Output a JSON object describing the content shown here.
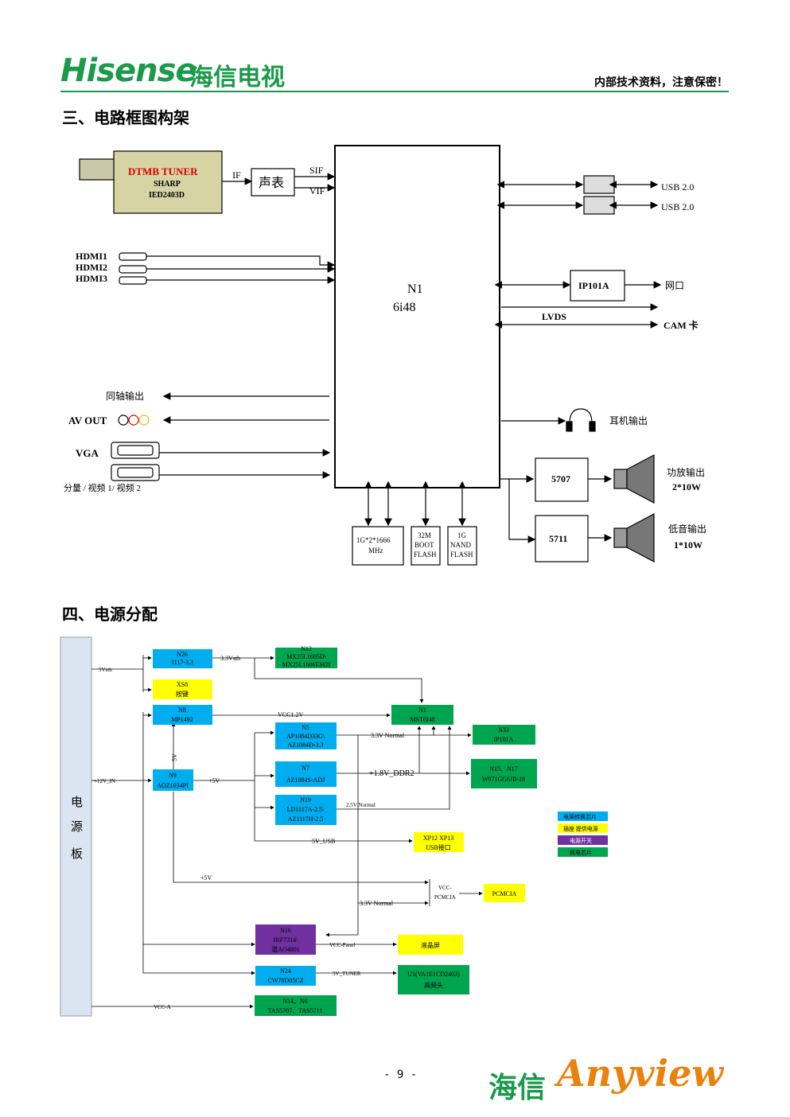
{
  "header": {
    "brand_en": "Hisense",
    "brand_cn": "海信电视",
    "confidential": "内部技术资料，注意保密！"
  },
  "section3": {
    "title": "三、电路框图构架",
    "tuner": {
      "name": "DTMB TUNER",
      "brand": "SHARP",
      "model": "IED2403D"
    },
    "if_label": "IF",
    "shengbiao": "声表",
    "sif": "SIF",
    "vif": "VIF",
    "hdmi": [
      "HDMI1",
      "HDMI2",
      "HDMI3"
    ],
    "main_chip": {
      "name": "N1",
      "model": "6i48"
    },
    "usb": [
      "USB 2.0",
      "USB 2.0"
    ],
    "ip101a": "IP101A",
    "wangkou": "网口",
    "lvds": "LVDS",
    "cam": "CAM 卡",
    "coax": "同轴输出",
    "avout": "AV OUT",
    "vga": "VGA",
    "component": "分量 / 视频 1/ 视频 2",
    "headphone": "耳机输出",
    "amp1": {
      "chip": "5707",
      "label1": "功放输出",
      "label2": "2*10W"
    },
    "amp2": {
      "chip": "5711",
      "label1": "低音输出",
      "label2": "1*10W"
    },
    "mem": [
      [
        "1G*2*1666",
        "MHz"
      ],
      [
        "32M",
        "BOOT",
        "FLASH"
      ],
      [
        "1G",
        "NAND",
        "FLASH"
      ]
    ]
  },
  "section4": {
    "title": "四、电源分配",
    "board": [
      "电",
      "源",
      "板"
    ],
    "blocks": {
      "n26": [
        "N26",
        "1117-3.3"
      ],
      "n12": [
        "N12",
        "MX25L1605D\\",
        "MX25L1606EM2I"
      ],
      "xs8": [
        "XS8",
        "按键"
      ],
      "n8": [
        "N8",
        "MP1492"
      ],
      "n1": [
        "N1",
        "MST6I48"
      ],
      "n5": [
        "N5",
        "AP1084D33G\\",
        "AZ1084D-3.3"
      ],
      "n33": [
        "N33",
        "IP101A"
      ],
      "n9": [
        "N9",
        "AOZ1034PI"
      ],
      "n7": [
        "N7",
        "AZ1084S-ADJ"
      ],
      "n15": [
        "N15、N17",
        "W971GG6JB-18"
      ],
      "n19": [
        "N19",
        "LD1117A-2.5\\",
        "AZ1117H-2.5"
      ],
      "xp12": [
        "XP12 XP13",
        "USB接口"
      ],
      "pcmcia": [
        "PCMCIA"
      ],
      "n16": [
        "N16",
        "IRF7314\\",
        "道AO4801"
      ],
      "lcd": [
        "液晶屏"
      ],
      "n24": [
        "N24",
        "CW78D05CZ"
      ],
      "u1": [
        "U1(VA1E1CD2403)",
        "高频头"
      ],
      "n14": [
        "N14、N6",
        "TAS5707、TAS5711"
      ]
    },
    "wires": {
      "v5stb": "5Vstb",
      "v33stb": "3.3Vstb",
      "vcc12": "VCC1.2V",
      "v5_vert": "5V",
      "v12in": "+12V_IN",
      "v5": "+5V",
      "v33normal": "3.3V Normal",
      "v18ddr": "+1.8V_DDR2",
      "v25normal": "2.5V  Normal",
      "v5usb": "5V_USB",
      "v5b": "+5V",
      "vccpcmcia1": "VCC-",
      "vccpcmcia2": "PCMCIA",
      "v33normal2": "3.3V Normal",
      "vccpanel": "VCC-Panel",
      "v5tuner": "5V_TUNER",
      "vcca": "VCC-A"
    },
    "legend": [
      "电源转换芯片",
      "插座  提供电源",
      "电源开关",
      "耗电芯片"
    ],
    "colors": {
      "blue": "#00aeef",
      "yellow": "#ffff00",
      "purple": "#7030a0",
      "green": "#00a550"
    }
  },
  "footer": {
    "logo_cn": "海信",
    "logo_en": "Anyview",
    "page": "- 9 -"
  }
}
